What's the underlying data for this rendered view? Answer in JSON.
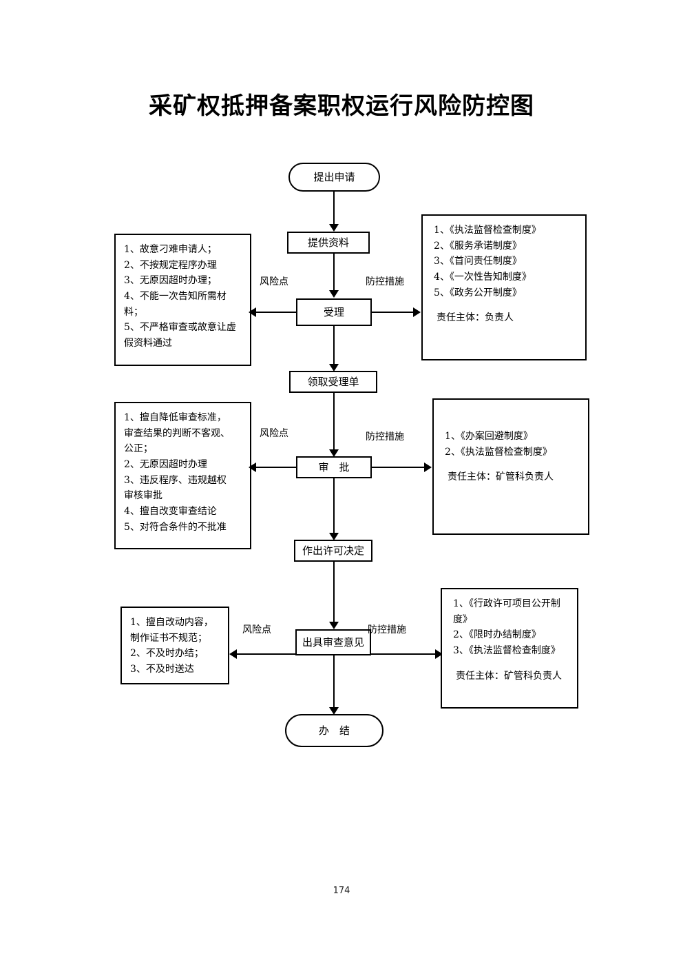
{
  "document": {
    "title": "采矿权抵押备案职权运行风险防控图",
    "page_number": "174"
  },
  "edge_labels": {
    "risk": "风险点",
    "measures": "防控措施"
  },
  "nodes": {
    "start": "提出申请",
    "provide_materials": "提供资料",
    "accept": "受理",
    "receipt": "领取受理单",
    "approve": "审　批",
    "permit_decision": "作出许可决定",
    "review_opinion": "出具审查意见",
    "end": "办　结"
  },
  "risk_panels": [
    {
      "id": "risk-accept",
      "lines": [
        "1、故意刁难申请人；",
        "2、不按规定程序办理",
        "3、无原因超时办理；",
        "4、不能一次告知所需材",
        "料；",
        "5、不严格审查或故意让虚",
        "假资料通过"
      ]
    },
    {
      "id": "risk-approve",
      "lines": [
        "1、擅自降低审查标准，",
        "审查结果的判断不客观、",
        "公正；",
        "2、无原因超时办理",
        "3、违反程序、违规越权",
        "审核审批",
        "4、擅自改变审查结论",
        "5、对符合条件的不批准"
      ]
    },
    {
      "id": "risk-review",
      "lines": [
        "1、擅自改动内容，",
        "制作证书不规范；",
        "2、不及时办结；",
        "3、不及时送达"
      ]
    }
  ],
  "measure_panels": [
    {
      "id": "measures-accept",
      "lines": [
        "1、《执法监督检查制度》",
        "2、《服务承诺制度》",
        "3、《首问责任制度》",
        "4、《一次性告知制度》",
        "5、《政务公开制度》"
      ],
      "owner": "责任主体：负责人"
    },
    {
      "id": "measures-approve",
      "lines": [
        "1、《办案回避制度》",
        "2、《执法监督检查制度》"
      ],
      "owner": "责任主体：矿管科负责人"
    },
    {
      "id": "measures-review",
      "lines": [
        "1、《行政许可项目公开制",
        "度》",
        "2、《限时办结制度》",
        "3、《执法监督检查制度》"
      ],
      "owner": "责任主体：矿管科负责人"
    }
  ]
}
